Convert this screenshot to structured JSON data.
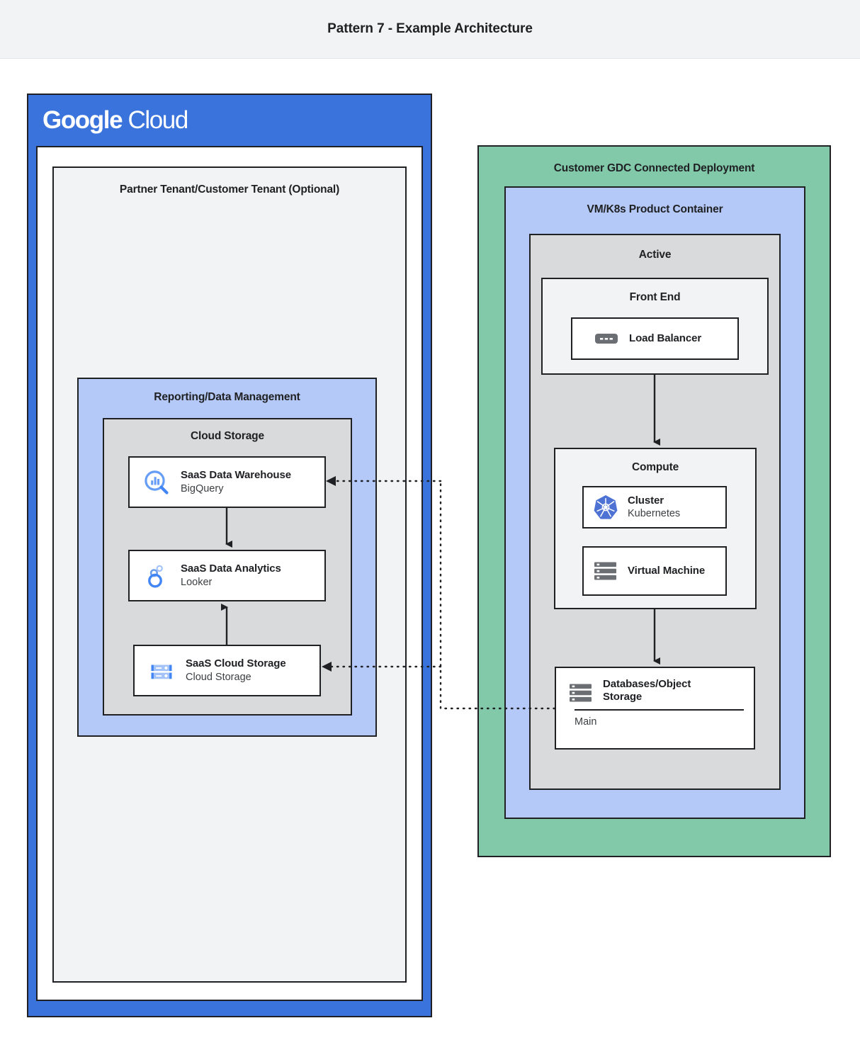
{
  "header": {
    "title": "Pattern 7 - Example Architecture"
  },
  "google_cloud": {
    "wordmark_bold": "Google",
    "wordmark_light": "Cloud",
    "brand_color": "#3b73dc",
    "tenant": {
      "label": "Partner Tenant/Customer Tenant (Optional)"
    },
    "reporting": {
      "label": "Reporting/Data Management",
      "cloud_storage_group": {
        "label": "Cloud Storage"
      },
      "nodes": [
        {
          "title": "SaaS Data Warehouse",
          "subtitle": "BigQuery",
          "icon": "bigquery-icon"
        },
        {
          "title": "SaaS Data Analytics",
          "subtitle": "Looker",
          "icon": "looker-icon"
        },
        {
          "title": "SaaS Cloud Storage",
          "subtitle": "Cloud Storage",
          "icon": "cloud-storage-icon"
        }
      ]
    }
  },
  "gdc": {
    "label": "Customer GDC Connected Deployment",
    "accent_color": "#81c9a9",
    "product_container": {
      "label": "VM/K8s Product Container",
      "accent_color": "#b4c9f7",
      "active": {
        "label": "Active",
        "front_end": {
          "label": "Front End",
          "nodes": [
            {
              "title": "Load Balancer",
              "subtitle": "",
              "icon": "load-balancer-icon"
            }
          ]
        },
        "compute": {
          "label": "Compute",
          "nodes": [
            {
              "title": "Cluster",
              "subtitle": "Kubernetes",
              "icon": "kubernetes-icon"
            },
            {
              "title": "Virtual Machine",
              "subtitle": "",
              "icon": "virtual-machine-icon"
            }
          ]
        },
        "database": {
          "title": "Databases/Object Storage",
          "footer": "Main",
          "icon": "database-icon"
        }
      }
    }
  },
  "connectors": [
    {
      "from": "saas-data-warehouse",
      "to": "saas-data-analytics",
      "style": "solid"
    },
    {
      "from": "saas-cloud-storage",
      "to": "saas-data-analytics",
      "style": "solid"
    },
    {
      "from": "load-balancer",
      "to": "compute",
      "style": "solid"
    },
    {
      "from": "compute",
      "to": "databases-object-storage",
      "style": "solid"
    },
    {
      "from": "databases-object-storage",
      "to": "saas-data-warehouse",
      "style": "dotted"
    },
    {
      "from": "databases-object-storage",
      "to": "saas-cloud-storage",
      "style": "dotted"
    }
  ]
}
